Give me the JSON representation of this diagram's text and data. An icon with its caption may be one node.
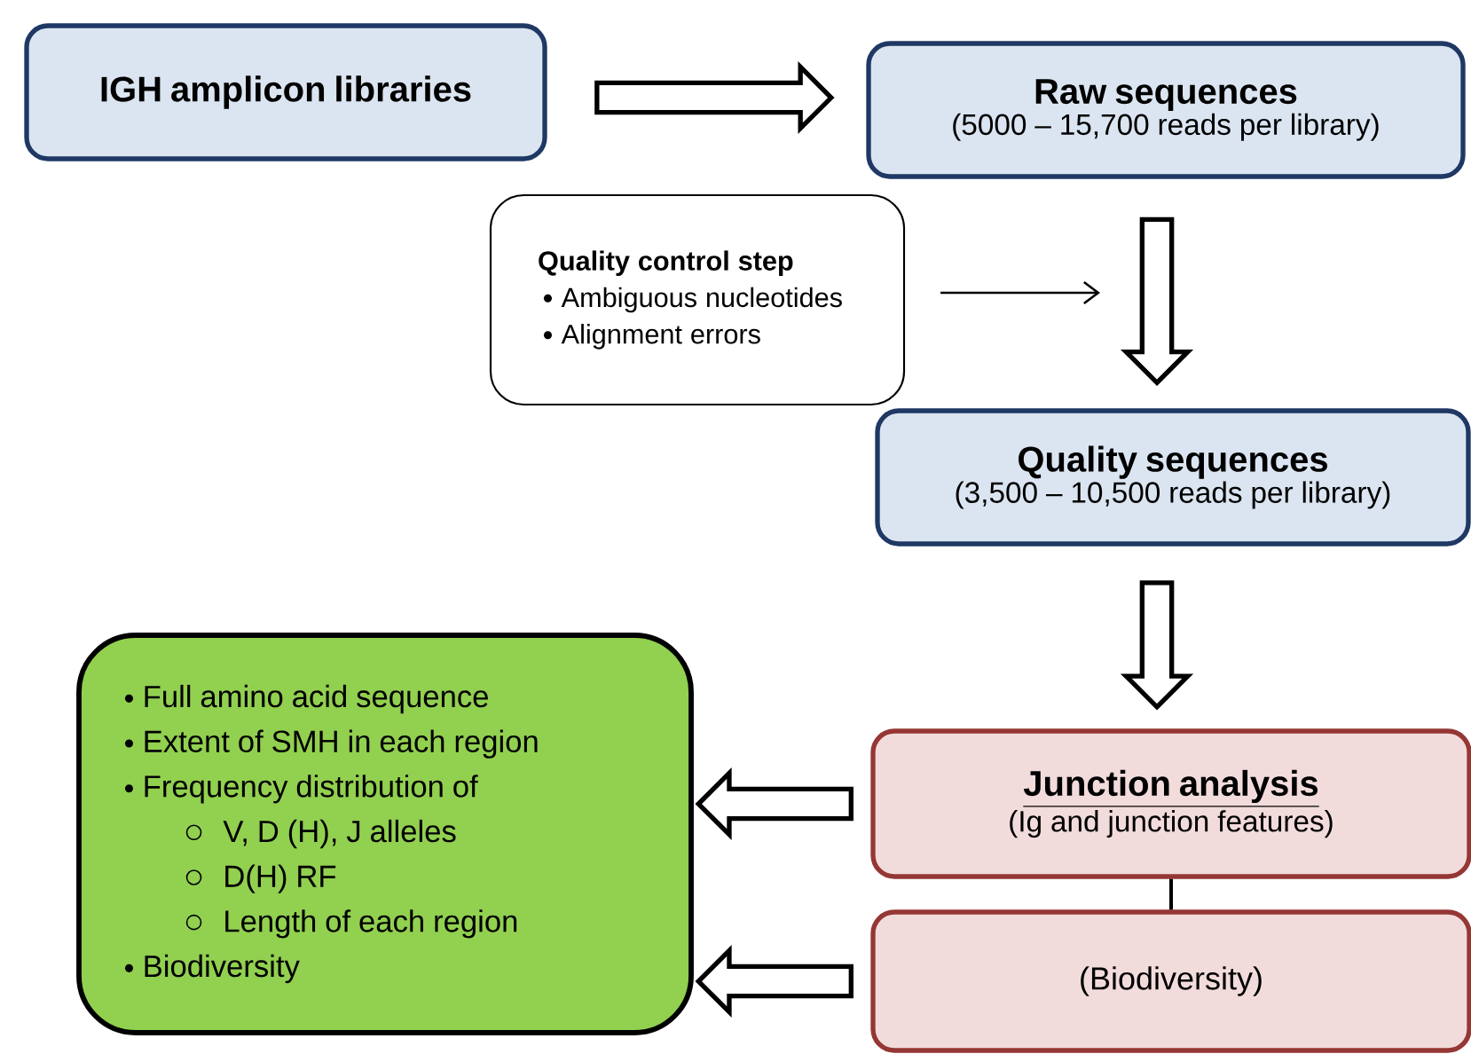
{
  "diagram": {
    "nodes": [
      {
        "text": [
          "IGH amplicon libraries"
        ]
      },
      {
        "text": [
          "Raw sequences",
          "(5000 – 15,700 reads per library)"
        ]
      },
      {
        "text": [
          "Quality control step",
          "Ambiguous nucleotides",
          "Alignment errors"
        ]
      },
      {
        "text": [
          "Quality sequences",
          "(3,500 – 10,500 reads per library)"
        ]
      },
      {
        "text": [
          "Full amino acid sequence",
          "Extent of SMH in each region",
          "Frequency distribution of",
          "V, D (H), J alleles",
          "D(H) RF",
          "Length of each region",
          "Biodiversity"
        ]
      },
      {
        "text": [
          "Junction analysis",
          "(Ig and junction features)"
        ]
      },
      {
        "text": [
          "(Biodiversity)"
        ]
      }
    ],
    "edges": [
      {
        "from": 0,
        "to": 1,
        "arrow": "to"
      },
      {
        "from": 2,
        "to": null,
        "arrow": "to"
      },
      {
        "from": 1,
        "to": 3,
        "arrow": "to"
      },
      {
        "from": 3,
        "to": 5,
        "arrow": "to"
      },
      {
        "from": 5,
        "to": 6,
        "arrow": "none"
      },
      {
        "from": 5,
        "to": 4,
        "arrow": "to"
      },
      {
        "from": 6,
        "to": 4,
        "arrow": "to"
      }
    ]
  }
}
